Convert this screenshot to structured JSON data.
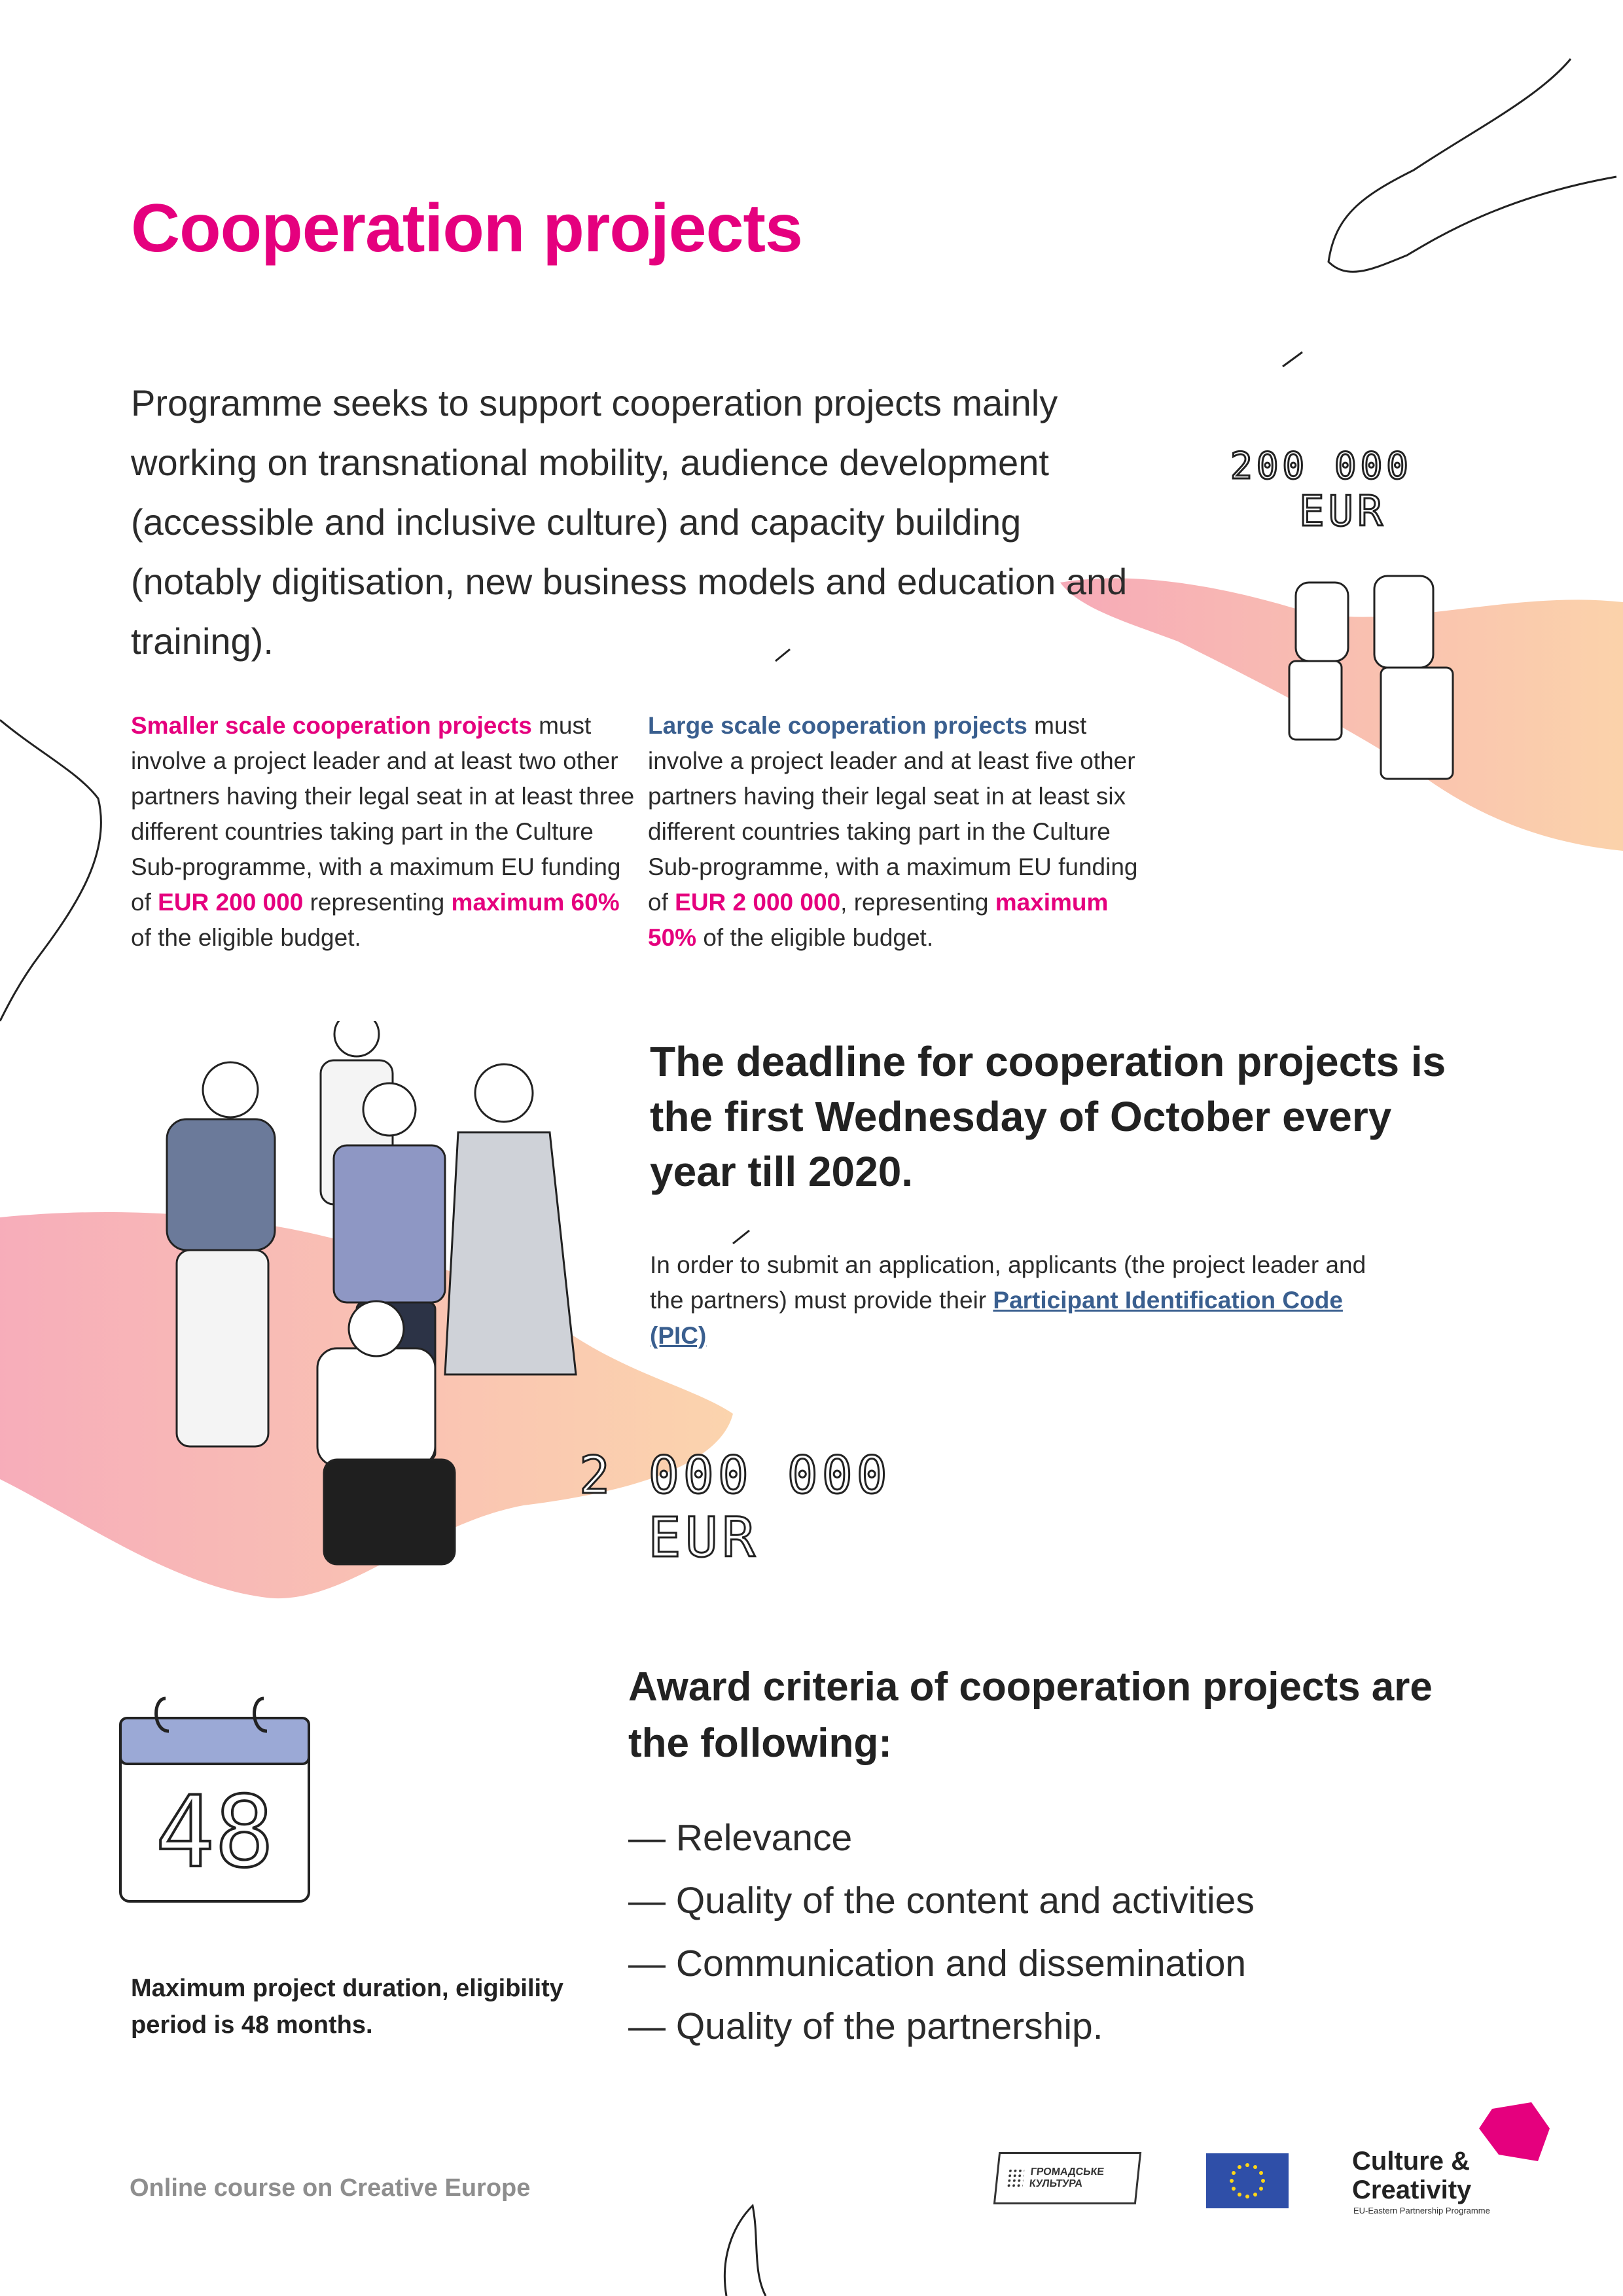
{
  "page": {
    "title": "Cooperation projects",
    "intro": "Programme seeks to support cooperation projects mainly working on transnational mobility, audience development (accessible and inclusive culture) and capacity building (notably digitisation, new business models and education and training)."
  },
  "smaller": {
    "heading": "Smaller scale cooperation projects",
    "text1": " must involve a project leader and at least two other partners having their legal seat in at least three different countries taking part in the Culture Sub-programme, with a maximum EU funding of ",
    "amount": "EUR 200 000",
    "text2": " representing ",
    "share": "maximum 60%",
    "text3": " of the eligible budget."
  },
  "large": {
    "heading": "Large scale cooperation projects",
    "text1": " must involve a project leader and at least five other partners having their legal seat in at least six different countries taking part in the Culture Sub-programme, with a maximum EU funding of ",
    "amount": "EUR 2 000 000",
    "text2": ", representing ",
    "share": "maximum 50%",
    "text3": " of the eligible budget."
  },
  "deadline": {
    "text": "The deadline for cooperation projects is the first Wednesday of October every year till 2020."
  },
  "pic": {
    "text": "In order to submit an application, applicants (the project leader and the partners) must provide their ",
    "link": "Participant Identification Code (PIC)"
  },
  "illustration": {
    "small_amount": "200 000",
    "large_amount": "2 000 000",
    "currency": "EUR",
    "calendar_number": "48"
  },
  "duration": {
    "text": "Maximum project duration, eligibility period is 48 months."
  },
  "award": {
    "title": "Award criteria of cooperation projects are the following:",
    "items": [
      "— Relevance",
      "— Quality of the content and activities",
      "— Communication and dissemination",
      "— Quality of the partnership."
    ]
  },
  "footer": {
    "course": "Online course on Creative Europe",
    "logo_hk": "ГРОМАДСЬКЕ КУЛЬТУРА",
    "logo_cc": "Culture & Creativity",
    "logo_cc_sub": "EU-Eastern Partnership Programme"
  },
  "colors": {
    "accent_pink": "#e5007e",
    "accent_blue": "#3a5f8f",
    "hand_gradient_start": "#f6a6b4",
    "hand_gradient_end": "#fbd0a6",
    "calendar_header": "#9ba9d6"
  }
}
